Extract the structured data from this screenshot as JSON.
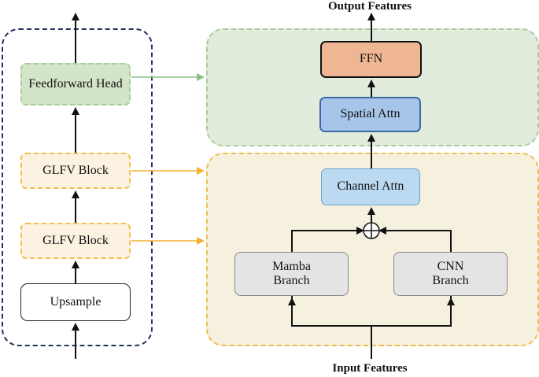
{
  "captions": {
    "output": "Output Features",
    "input": "Input Features"
  },
  "left_stack": {
    "feedforward_head": "Feedforward Head",
    "glfv_block_top": "GLFV Block",
    "glfv_block_bottom": "GLFV Block",
    "upsample": "Upsample"
  },
  "head_detail": {
    "ffn": "FFN",
    "spatial_attn": "Spatial Attn"
  },
  "block_detail": {
    "channel_attn": "Channel Attn",
    "mamba_branch": "Mamba Branch",
    "cnn_branch": "CNN Branch",
    "merge_symbol": "⊕"
  },
  "colors": {
    "left_border": "#23335a",
    "head_region_fill": "#e2ecdc",
    "head_region_border": "#a9cc9c",
    "block_region_fill": "#f6f1df",
    "block_region_border": "#f2be50",
    "ffn_fill": "#efb694",
    "spatial_fill": "#a6c5e8",
    "channel_fill": "#bbd9f0",
    "branch_fill": "#e4e4e4",
    "green_arrow": "#8fc08a",
    "orange_arrow": "#f2b233"
  }
}
